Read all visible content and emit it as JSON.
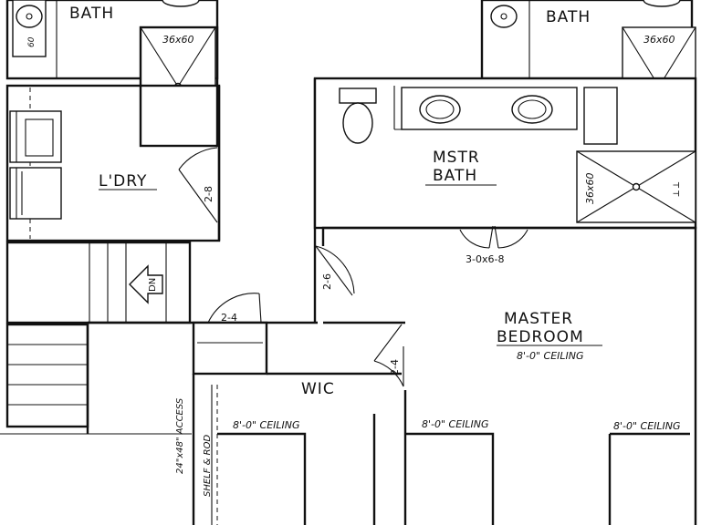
{
  "rooms": {
    "bath_left": "BATH",
    "bath_right": "BATH",
    "laundry": "L'DRY",
    "master_bath_line1": "MSTR",
    "master_bath_line2": "BATH",
    "master_bedroom_line1": "MASTER",
    "master_bedroom_line2": "BEDROOM",
    "walk_in_closet": "WIC"
  },
  "fixtures": {
    "shower_left": "36x60",
    "shower_right": "36x60",
    "shower_master": "36x60",
    "vanity_left_width": "60",
    "stair_direction": "DN"
  },
  "doors": {
    "laundry": "2-8",
    "hall": "2-6",
    "closet_small": "2-4",
    "wic": "2-4",
    "master_bath_double": "3-0x6-8"
  },
  "notes": {
    "master_ceiling": "8'-0\" CEILING",
    "ceiling_left": "8'-0\" CEILING",
    "ceiling_center": "8'-0\" CEILING",
    "ceiling_right": "8'-0\" CEILING",
    "attic_access": "24\"x48\" ACCESS",
    "shelf_rod": "SHELF & ROD"
  }
}
